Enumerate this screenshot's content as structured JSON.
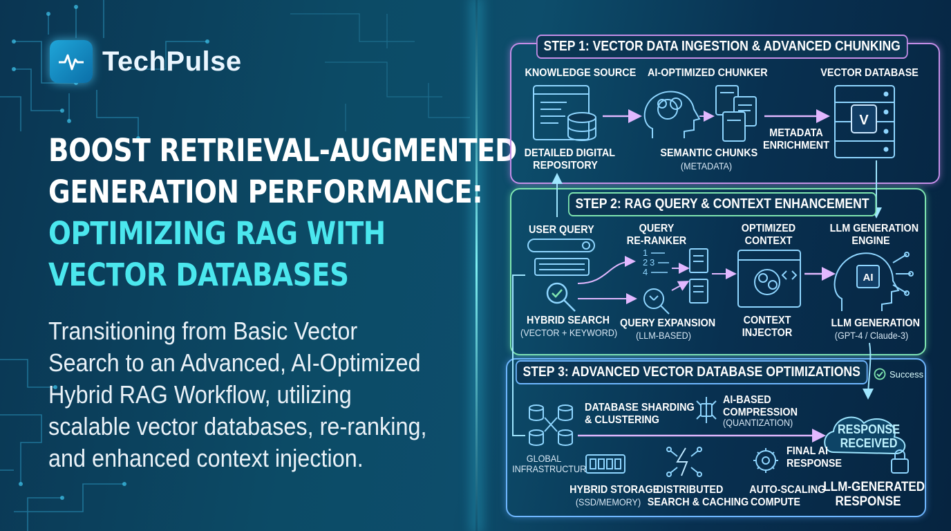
{
  "brand": {
    "name": "TechPulse"
  },
  "headline": {
    "line1": "BOOST RETRIEVAL-AUGMENTED",
    "line2": "GENERATION PERFORMANCE:",
    "line3": "OPTIMIZING RAG WITH",
    "line4": "VECTOR DATABASES"
  },
  "subtitle": "Transitioning from Basic Vector\nSearch to an Advanced, AI-Optimized\nHybrid RAG Workflow, utilizing\nscalable vector databases, re-ranking,\n and enhanced context injection.",
  "step1": {
    "title": "STEP 1: VECTOR DATA INGESTION & ADVANCED CHUNKING",
    "knowledge_source": "KNOWLEDGE SOURCE",
    "chunker": "AI-OPTIMIZED CHUNKER",
    "vector_db": "VECTOR DATABASE",
    "repo_line1": "DETAILED DIGITAL",
    "repo_line2": "REPOSITORY",
    "semantic_chunks": "SEMANTIC CHUNKS",
    "metadata": "(METADATA)",
    "enrich_line1": "METADATA",
    "enrich_line2": "ENRICHMENT",
    "db_badge": "V"
  },
  "step2": {
    "title": "STEP 2: RAG QUERY & CONTEXT ENHANCEMENT",
    "user_query": "USER QUERY",
    "reranker_line1": "QUERY",
    "reranker_line2": "RE-RANKER",
    "optimized_line1": "OPTIMIZED",
    "optimized_line2": "CONTEXT",
    "llm_engine_line1": "LLM GENERATION",
    "llm_engine_line2": "ENGINE",
    "hybrid_search": "HYBRID SEARCH",
    "hybrid_sub": "(VECTOR + KEYWORD)",
    "query_expansion": "QUERY EXPANSION",
    "expansion_sub": "(LLM-BASED)",
    "injector_line1": "CONTEXT",
    "injector_line2": "INJECTOR",
    "llm_generation": "LLM GENERATION",
    "llm_models": "(GPT-4 / Claude-3)",
    "ai_badge": "AI",
    "rank_1": "1",
    "rank_2": "2",
    "rank_3": "3",
    "rank_4": "4"
  },
  "step3": {
    "title": "STEP 3: ADVANCED VECTOR DATABASE OPTIMIZATIONS",
    "sharding_line1": "DATABASE SHARDING",
    "sharding_line2": "& CLUSTERING",
    "compression_line1": "AI-BASED",
    "compression_line2": "COMPRESSION",
    "compression_line3": "(QUANTIZATION)",
    "global_line1": "GLOBAL",
    "global_line2": "INFRASTRUCTUR",
    "final_line1": "FINAL AI",
    "final_line2": "RESPONSE",
    "storage": "HYBRID STORAGE",
    "storage_sub": "(SSD/MEMORY)",
    "distributed_line1": "DISTRIBUTED",
    "distributed_line2": "SEARCH & CACHING",
    "autoscale_line1": "AUTO-SCALING",
    "autoscale_line2": "COMPUTE",
    "response_line1": "RESPONSE",
    "response_line2": "RECEIVED",
    "llm_response_line1": "LLM-GENERATED",
    "llm_response_line2": "RESPONSE",
    "success": "Success"
  }
}
